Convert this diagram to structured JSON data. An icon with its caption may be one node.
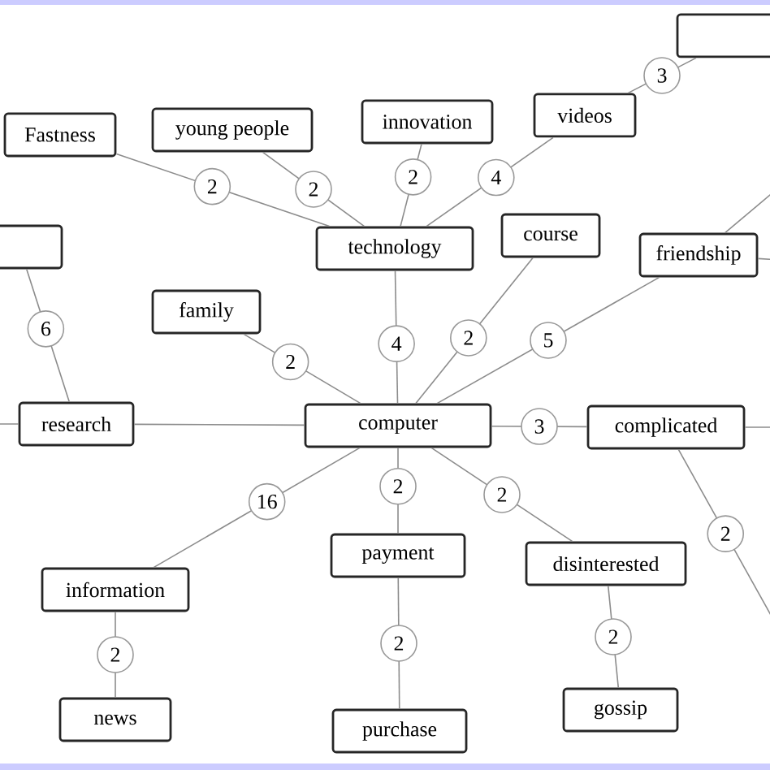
{
  "diagram": {
    "nodes": [
      {
        "text": [
          "Fastness"
        ]
      },
      {
        "text": [
          "young people"
        ]
      },
      {
        "text": [
          "innovation"
        ]
      },
      {
        "text": [
          "videos"
        ]
      },
      {
        "text": [],
        "shape": "box"
      },
      {
        "text": [],
        "shape": "box"
      },
      {
        "text": [
          "technology"
        ]
      },
      {
        "text": [
          "course"
        ]
      },
      {
        "text": [
          "friendship"
        ]
      },
      {
        "text": [
          "family"
        ]
      },
      {
        "text": [
          "research"
        ]
      },
      {
        "text": [
          "computer"
        ]
      },
      {
        "text": [
          "complicated"
        ]
      },
      {
        "text": [
          "information"
        ]
      },
      {
        "text": [
          "payment"
        ]
      },
      {
        "text": [
          "disinterested"
        ]
      },
      {
        "text": [
          "news"
        ]
      },
      {
        "text": [
          "purchase"
        ]
      },
      {
        "text": [
          "gossip"
        ]
      }
    ],
    "edges": [
      {
        "from": 0,
        "to": 6,
        "arrow": "none",
        "label": "2"
      },
      {
        "from": 1,
        "to": 6,
        "arrow": "none",
        "label": "2"
      },
      {
        "from": 2,
        "to": 6,
        "arrow": "none",
        "label": "2"
      },
      {
        "from": 3,
        "to": 6,
        "arrow": "none",
        "label": "4"
      },
      {
        "from": 4,
        "to": 3,
        "arrow": "none",
        "label": "3"
      },
      {
        "from": 5,
        "to": 10,
        "arrow": "none",
        "label": "6"
      },
      {
        "from": 6,
        "to": 11,
        "arrow": "none",
        "label": "4"
      },
      {
        "from": 9,
        "to": 11,
        "arrow": "none",
        "label": "2"
      },
      {
        "from": 7,
        "to": 11,
        "arrow": "none",
        "label": "2"
      },
      {
        "from": 8,
        "to": 11,
        "arrow": "none",
        "label": "5"
      },
      {
        "from": null,
        "to": 10,
        "arrow": "none"
      },
      {
        "from": 10,
        "to": 11,
        "arrow": "none"
      },
      {
        "from": 11,
        "to": 12,
        "arrow": "none",
        "label": "3"
      },
      {
        "from": 11,
        "to": 13,
        "arrow": "none",
        "label": "16"
      },
      {
        "from": 11,
        "to": 14,
        "arrow": "none",
        "label": "2"
      },
      {
        "from": 11,
        "to": 15,
        "arrow": "none",
        "label": "2"
      },
      {
        "from": 13,
        "to": 16,
        "arrow": "none",
        "label": "2"
      },
      {
        "from": 14,
        "to": 17,
        "arrow": "none",
        "label": "2"
      },
      {
        "from": 15,
        "to": 18,
        "arrow": "none",
        "label": "2"
      },
      {
        "from": 8,
        "to": null,
        "arrow": "none"
      },
      {
        "from": 8,
        "to": null,
        "arrow": "none"
      },
      {
        "from": 12,
        "to": null,
        "arrow": "none"
      },
      {
        "from": 12,
        "to": null,
        "arrow": "none",
        "label": "2"
      }
    ]
  }
}
